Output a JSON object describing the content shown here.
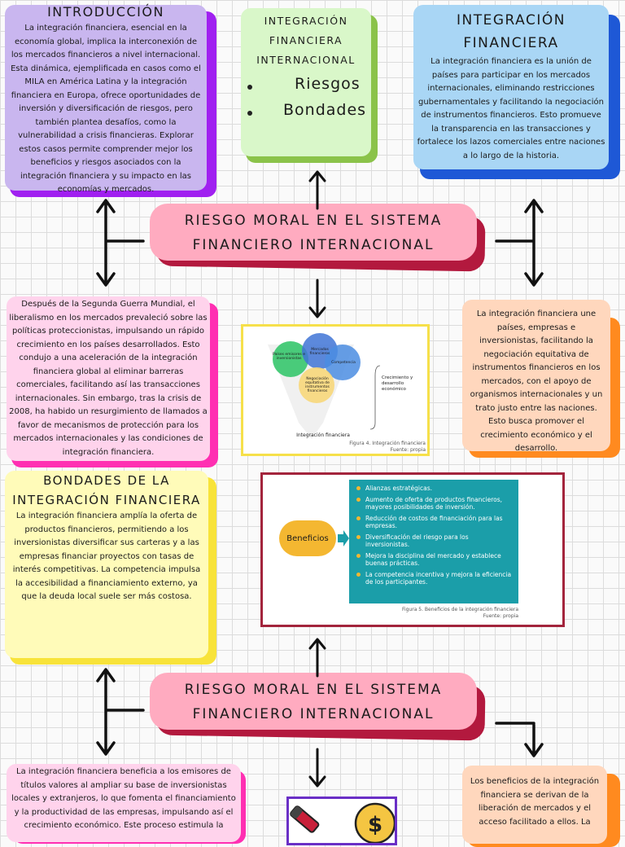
{
  "intro": {
    "title": "INTRODUCCIÓN",
    "text": "La integración financiera, esencial en la economía global, implica la interconexión de los mercados financieros a nivel internacional. Esta dinámica, ejemplificada en casos como el MILA en América Latina y la integración financiera en Europa, ofrece oportunidades de inversión y diversificación de riesgos, pero también plantea desafíos, como la vulnerabilidad a crisis financieras. Explorar estos casos permite comprender mejor los beneficios y riesgos asociados con la integración financiera y su impacto en las economías y mercados."
  },
  "international": {
    "title_line1": "INTEGRACIÓN",
    "title_line2": "FINANCIERA",
    "title_line3": "INTERNACIONAL",
    "items": [
      "Riesgos",
      "Bondades"
    ]
  },
  "definition": {
    "title_line1": "INTEGRACIÓN",
    "title_line2": "FINANCIERA",
    "text": "La integración financiera es la unión de países para participar en los mercados internacionales, eliminando restricciones gubernamentales y facilitando la negociación de instrumentos financieros. Esto promueve la transparencia en las transacciones y fortalece los lazos comerciales entre naciones a lo largo de la historia."
  },
  "central": {
    "line1": "RIESGO MORAL EN EL SISTEMA",
    "line2": "FINANCIERO INTERNACIONAL"
  },
  "history": {
    "text": "Después de la Segunda Guerra Mundial, el liberalismo en los mercados prevaleció sobre las políticas proteccionistas, impulsando un rápido crecimiento en los países desarrollados. Esto condujo a una aceleración de la integración financiera global al eliminar barreras comerciales, facilitando así las transacciones internacionales. Sin embargo, tras la crisis de 2008, ha habido un resurgimiento de llamados a favor de mecanismos de protección para los mercados internacionales y las condiciones de integración financiera."
  },
  "figure4": {
    "circle1": "Países emisores e inversionistas",
    "circle2": "Mercados financieros",
    "circle3": "Competencia",
    "circle4": "Negociación equitativa de instrumentos financieros",
    "outcome": "Crecimiento y desarrollo económico",
    "base_label": "Integración financiera",
    "caption_line1": "Figura 4. Integración financiera",
    "caption_line2": "Fuente: propia"
  },
  "orange1": {
    "text": "La integración financiera une países, empresas e inversionistas, facilitando la negociación equitativa de instrumentos financieros en los mercados, con el apoyo de organismos internacionales y un trato justo entre las naciones. Esto busca promover el crecimiento económico y el desarrollo."
  },
  "bondades": {
    "title_line1": "BONDADES DE LA",
    "title_line2": "INTEGRACIÓN FINANCIERA",
    "text": "La integración financiera amplía la oferta de productos financieros, permitiendo a los inversionistas diversificar sus carteras y a las empresas financiar proyectos con tasas de interés competitivas. La competencia impulsa la accesibilidad a financiamiento externo, ya que la deuda local suele ser más costosa."
  },
  "figure5": {
    "label": "Beneficios",
    "items": [
      "Alianzas estratégicas.",
      "Aumento de oferta de productos financieros, mayores posibilidades de inversión.",
      "Reducción de costos de financiación para las empresas.",
      "Diversificación del riesgo para los inversionistas.",
      "Mejora la disciplina del mercado y establece buenas prácticas.",
      "La competencia incentiva y mejora la eficiencia de los participantes."
    ],
    "caption_line1": "Figura 5. Beneficios de la integración financiera",
    "caption_line2": "Fuente: propia"
  },
  "central2": {
    "line1": "RIESGO MORAL EN EL SISTEMA",
    "line2": "FINANCIERO INTERNACIONAL"
  },
  "bottom_left": {
    "text": "La integración financiera beneficia a los emisores de títulos valores al ampliar su base de inversionistas locales y extranjeros, lo que fomenta el financiamiento y la productividad de las empresas, impulsando así el crecimiento económico. Este proceso estimula la"
  },
  "bottom_right": {
    "text": "Los beneficios de la integración financiera se derivan de la liberación de mercados y el acceso facilitado a ellos. La"
  },
  "colors": {
    "purple": "#a020f0",
    "lavender": "#c9b6ef",
    "green": "#8bc34a",
    "mint": "#d9f7c9",
    "blue": "#1e58d6",
    "sky": "#a9d6f5",
    "red": "#b3193e",
    "pink": "#ffabc0",
    "magenta": "#ff2fb2",
    "pale_pink": "#ffd3ec",
    "orange": "#ff8a1f",
    "peach": "#ffd7bd",
    "yellow": "#f8e33a",
    "pale_yellow": "#fffbb9",
    "teal": "#1b9ea9",
    "gold": "#f4b731"
  }
}
